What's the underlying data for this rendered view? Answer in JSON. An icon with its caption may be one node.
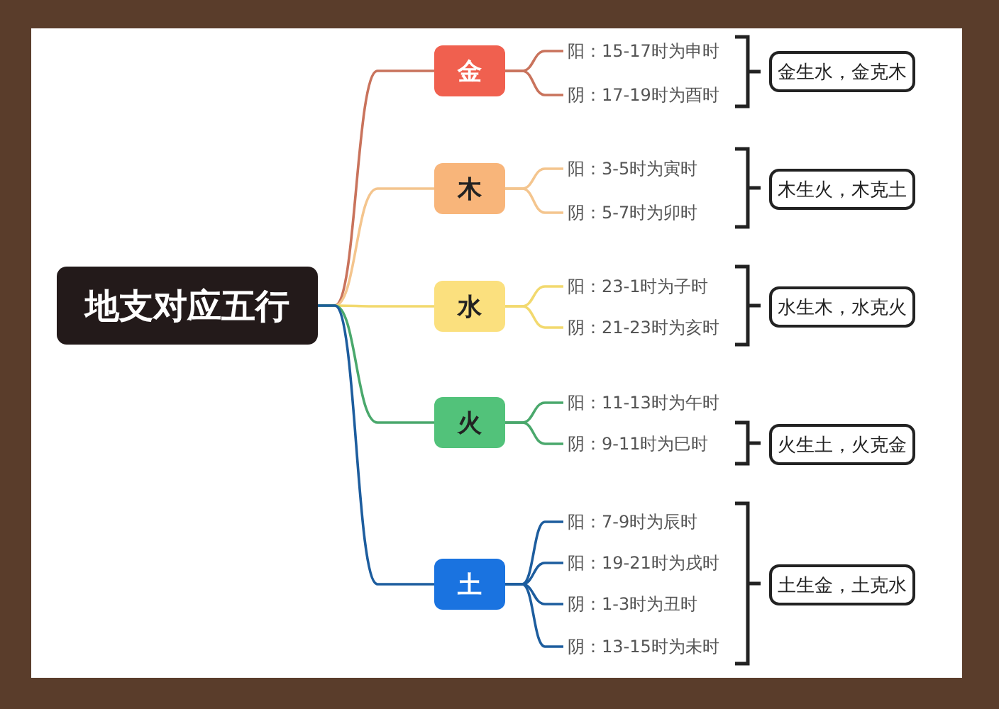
{
  "diagram": {
    "nodes": [
      {
        "text": [
          "地支对应五行"
        ]
      },
      {
        "text": [
          "金"
        ]
      },
      {
        "text": [
          "木"
        ]
      },
      {
        "text": [
          "水"
        ]
      },
      {
        "text": [
          "火"
        ]
      },
      {
        "text": [
          "土"
        ]
      },
      {
        "text": [
          "阳：15-17时为申时"
        ]
      },
      {
        "text": [
          "阴：17-19时为酉时"
        ]
      },
      {
        "text": [
          "阳：3-5时为寅时"
        ]
      },
      {
        "text": [
          "阴：5-7时为卯时"
        ]
      },
      {
        "text": [
          "阳：23-1时为子时"
        ]
      },
      {
        "text": [
          "阴：21-23时为亥时"
        ]
      },
      {
        "text": [
          "阳：11-13时为午时"
        ]
      },
      {
        "text": [
          "阴：9-11时为巳时"
        ]
      },
      {
        "text": [
          "阳：7-9时为辰时"
        ]
      },
      {
        "text": [
          "阳：19-21时为戌时"
        ]
      },
      {
        "text": [
          "阴：1-3时为丑时"
        ]
      },
      {
        "text": [
          "阴：13-15时为未时"
        ]
      },
      {
        "text": [
          "金生水，金克木"
        ]
      },
      {
        "text": [
          "木生火，木克土"
        ]
      },
      {
        "text": [
          "水生木，水克火"
        ]
      },
      {
        "text": [
          "火生土，火克金"
        ]
      },
      {
        "text": [
          "土生金，土克水"
        ]
      }
    ],
    "edges": [
      {
        "from": 0,
        "to": 1,
        "arrow": "none",
        "color": "#c9735c"
      },
      {
        "from": 0,
        "to": 2,
        "arrow": "none",
        "color": "#f4c58e"
      },
      {
        "from": 0,
        "to": 3,
        "arrow": "none",
        "color": "#f2d96e"
      },
      {
        "from": 0,
        "to": 4,
        "arrow": "none",
        "color": "#4aa86c"
      },
      {
        "from": 0,
        "to": 5,
        "arrow": "none",
        "color": "#1d5d9e"
      },
      {
        "from": 1,
        "to": 6,
        "arrow": "none",
        "color": "#c9735c"
      },
      {
        "from": 1,
        "to": 7,
        "arrow": "none",
        "color": "#c9735c"
      },
      {
        "from": 2,
        "to": 8,
        "arrow": "none",
        "color": "#f4c58e"
      },
      {
        "from": 2,
        "to": 9,
        "arrow": "none",
        "color": "#f4c58e"
      },
      {
        "from": 3,
        "to": 10,
        "arrow": "none",
        "color": "#f2d96e"
      },
      {
        "from": 3,
        "to": 11,
        "arrow": "none",
        "color": "#f2d96e"
      },
      {
        "from": 4,
        "to": 12,
        "arrow": "none",
        "color": "#4aa86c"
      },
      {
        "from": 4,
        "to": 13,
        "arrow": "none",
        "color": "#4aa86c"
      },
      {
        "from": 5,
        "to": 14,
        "arrow": "none",
        "color": "#1d5d9e"
      },
      {
        "from": 5,
        "to": 15,
        "arrow": "none",
        "color": "#1d5d9e"
      },
      {
        "from": 5,
        "to": 16,
        "arrow": "none",
        "color": "#1d5d9e"
      },
      {
        "from": 5,
        "to": 17,
        "arrow": "none",
        "color": "#1d5d9e"
      }
    ]
  }
}
